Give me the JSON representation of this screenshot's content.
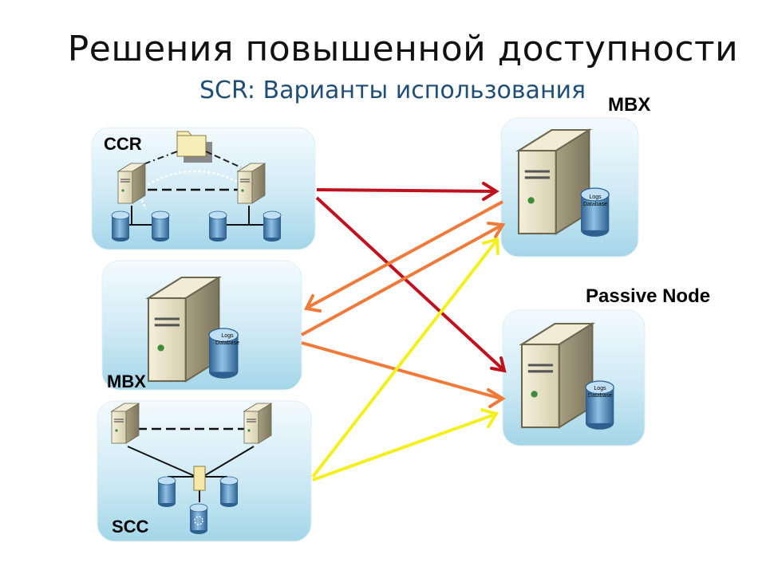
{
  "title": "Решения повышенной доступности",
  "subtitle": "SCR: Варианты использования",
  "labels": {
    "mbx_target": "MBX",
    "passive_node": "Passive Node",
    "ccr": "CCR",
    "mbx_source": "MBX",
    "scc": "SCC"
  },
  "db_icon_text": [
    "Logs",
    "Database"
  ],
  "colors": {
    "panel_light": "#eef8fc",
    "panel_dark": "#a9d9ea",
    "arrow_ccr": "#c0121e",
    "arrow_mbx": "#f07a3a",
    "arrow_scc": "#f4f01e",
    "subtitle": "#1f4e79"
  }
}
